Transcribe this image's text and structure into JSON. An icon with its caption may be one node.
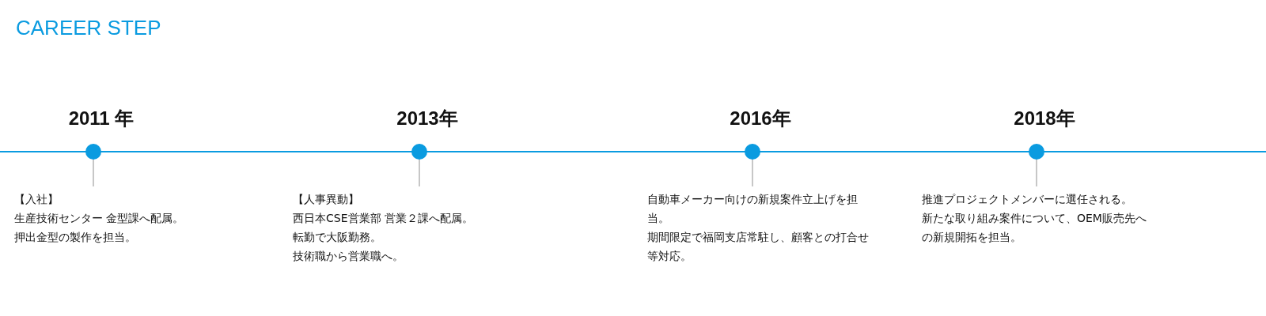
{
  "diagram": {
    "title": "CAREER STEP",
    "nodes": [
      {
        "text": [],
        "shape": "circle",
        "beside": [
          "2011 年"
        ]
      },
      {
        "text": [
          "【入社】",
          "生産技術センター 金型課へ配属。",
          "押出金型の製作を担当。"
        ]
      },
      {
        "text": [],
        "shape": "circle",
        "beside": [
          "2013年"
        ]
      },
      {
        "text": [
          "【人事異動】",
          "西日本CSE営業部 営業２課へ配属。",
          "転勤で大阪勤務。",
          "技術職から営業職へ。"
        ]
      },
      {
        "text": [],
        "shape": "circle",
        "beside": [
          "2016年"
        ]
      },
      {
        "text": [
          "自動車メーカー向けの新規案件立上げを担当。",
          "期間限定で福岡支店常駐し、顧客との打合せ等対応。"
        ]
      },
      {
        "text": [],
        "shape": "circle",
        "beside": [
          "2018年"
        ]
      },
      {
        "text": [
          "推進プロジェクトメンバーに選任される。",
          "新たな取り組み案件について、OEM販売先への新規開拓を担当。"
        ]
      }
    ],
    "edges": [
      {
        "from": 0,
        "to": 1,
        "arrow": "none"
      },
      {
        "from": 2,
        "to": 3,
        "arrow": "none"
      },
      {
        "from": 4,
        "to": 5,
        "arrow": "none"
      },
      {
        "from": 6,
        "to": 7,
        "arrow": "none"
      }
    ]
  }
}
